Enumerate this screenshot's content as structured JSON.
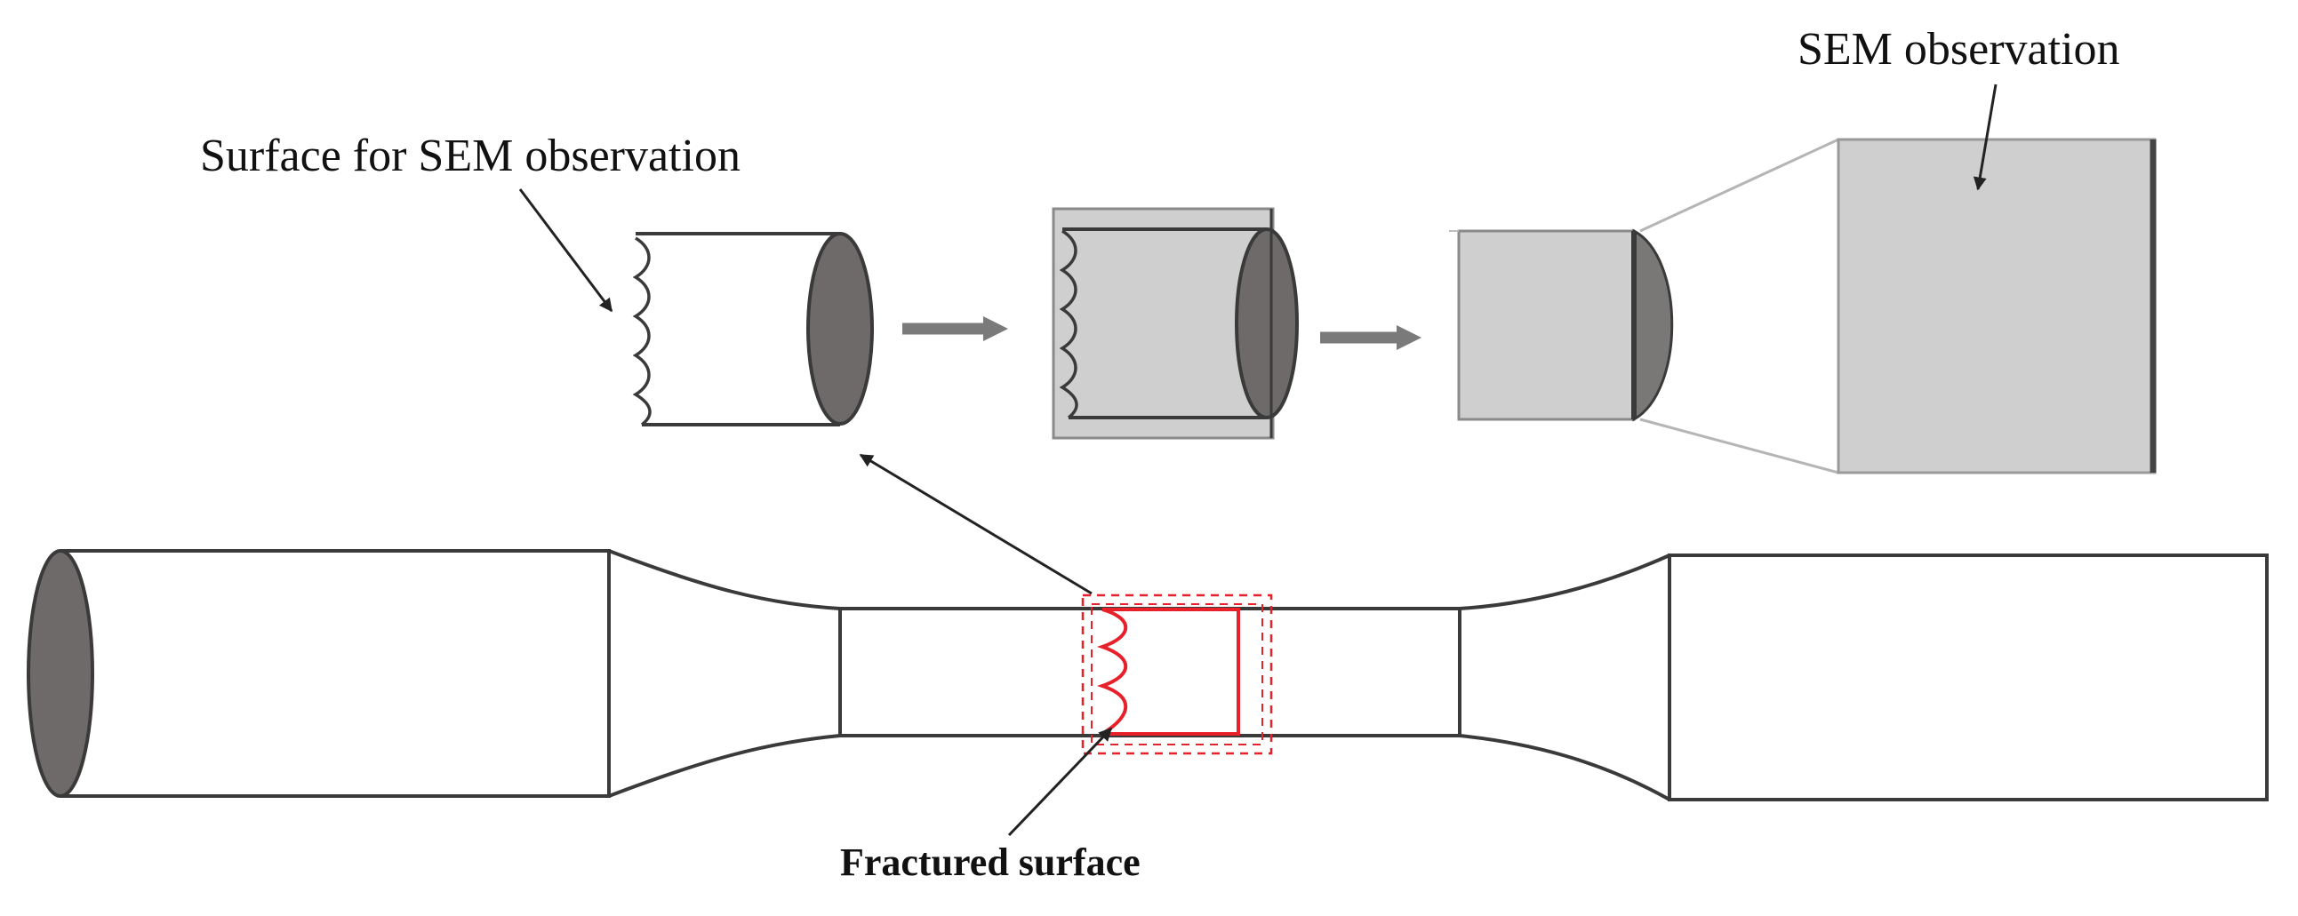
{
  "labels": {
    "surface_for_sem": "Surface for SEM observation",
    "sem_observation": "SEM observation",
    "fractured_surface": "Fractured surface"
  },
  "colors": {
    "outline": "#3a3a3a",
    "end_face": "#6e6a6a",
    "mount_fill": "#cfcfcf",
    "fracture_highlight": "#e8202a",
    "process_arrow": "#7a7a7a"
  }
}
